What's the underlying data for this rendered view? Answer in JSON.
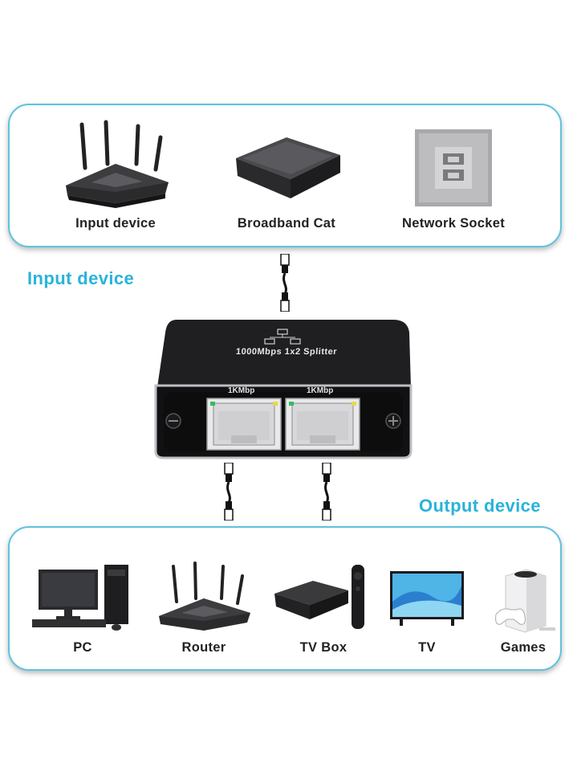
{
  "input_section": {
    "title": "Input device",
    "devices": [
      {
        "label": "Input device",
        "icon": "router-icon"
      },
      {
        "label": "Broadband Cat",
        "icon": "modem-box-icon"
      },
      {
        "label": "Network Socket",
        "icon": "wall-socket-icon"
      }
    ]
  },
  "splitter": {
    "model_text": "1000Mbps 1x2 Splitter",
    "port_labels": [
      "1KMbp",
      "1KMbp"
    ]
  },
  "output_section": {
    "title": "Output device",
    "devices": [
      {
        "label": "PC",
        "icon": "desktop-pc-icon"
      },
      {
        "label": "Router",
        "icon": "router-icon"
      },
      {
        "label": "TV Box",
        "icon": "tv-box-icon"
      },
      {
        "label": "TV",
        "icon": "tv-icon"
      },
      {
        "label": "Games",
        "icon": "game-console-icon"
      }
    ]
  },
  "colors": {
    "accent": "#29b3d9",
    "panel_border": "#5ec3de",
    "device_body": "#1c1c1e"
  }
}
